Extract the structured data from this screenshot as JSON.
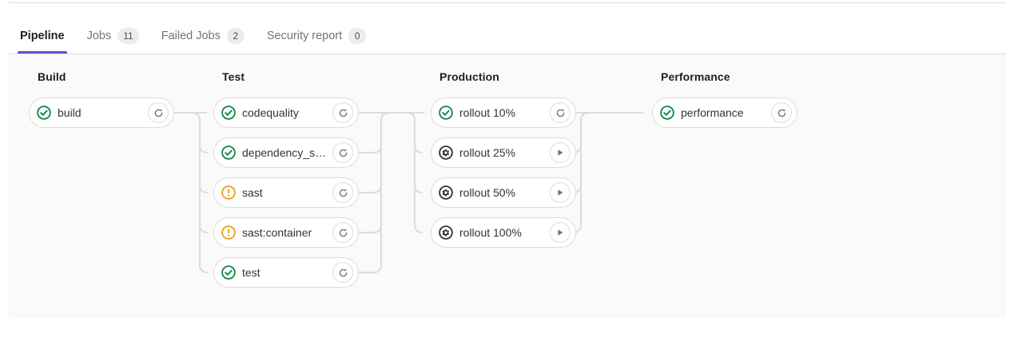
{
  "tabs": [
    {
      "label": "Pipeline",
      "badge": null,
      "active": true,
      "name": "tab-pipeline"
    },
    {
      "label": "Jobs",
      "badge": "11",
      "active": false,
      "name": "tab-jobs"
    },
    {
      "label": "Failed Jobs",
      "badge": "2",
      "active": false,
      "name": "tab-failed-jobs"
    },
    {
      "label": "Security report",
      "badge": "0",
      "active": false,
      "name": "tab-security-report"
    }
  ],
  "colors": {
    "accent": "#6e49cb",
    "success": "#108548",
    "warning": "#ab6100",
    "manual": "#333238",
    "panel_bg": "#fafafa",
    "border": "#dcdcde",
    "text": "#333238",
    "muted_text": "#737278"
  },
  "stages": [
    {
      "title": "Build",
      "jobs": [
        {
          "name": "build",
          "status": "success",
          "status_icon": "status-success-icon",
          "action": "retry",
          "action_icon": "retry-icon"
        }
      ]
    },
    {
      "title": "Test",
      "jobs": [
        {
          "name": "codequality",
          "status": "success",
          "status_icon": "status-success-icon",
          "action": "retry",
          "action_icon": "retry-icon"
        },
        {
          "name": "dependency_s…",
          "status": "success",
          "status_icon": "status-success-icon",
          "action": "retry",
          "action_icon": "retry-icon"
        },
        {
          "name": "sast",
          "status": "warning",
          "status_icon": "status-warning-icon",
          "action": "retry",
          "action_icon": "retry-icon"
        },
        {
          "name": "sast:container",
          "status": "warning",
          "status_icon": "status-warning-icon",
          "action": "retry",
          "action_icon": "retry-icon"
        },
        {
          "name": "test",
          "status": "success",
          "status_icon": "status-success-icon",
          "action": "retry",
          "action_icon": "retry-icon"
        }
      ]
    },
    {
      "title": "Production",
      "jobs": [
        {
          "name": "rollout 10%",
          "status": "success",
          "status_icon": "status-success-icon",
          "action": "retry",
          "action_icon": "retry-icon"
        },
        {
          "name": "rollout 25%",
          "status": "manual",
          "status_icon": "status-manual-icon",
          "action": "play",
          "action_icon": "play-icon"
        },
        {
          "name": "rollout 50%",
          "status": "manual",
          "status_icon": "status-manual-icon",
          "action": "play",
          "action_icon": "play-icon"
        },
        {
          "name": "rollout 100%",
          "status": "manual",
          "status_icon": "status-manual-icon",
          "action": "play",
          "action_icon": "play-icon"
        }
      ]
    },
    {
      "title": "Performance",
      "jobs": [
        {
          "name": "performance",
          "status": "success",
          "status_icon": "status-success-icon",
          "action": "retry",
          "action_icon": "retry-icon"
        }
      ]
    }
  ]
}
